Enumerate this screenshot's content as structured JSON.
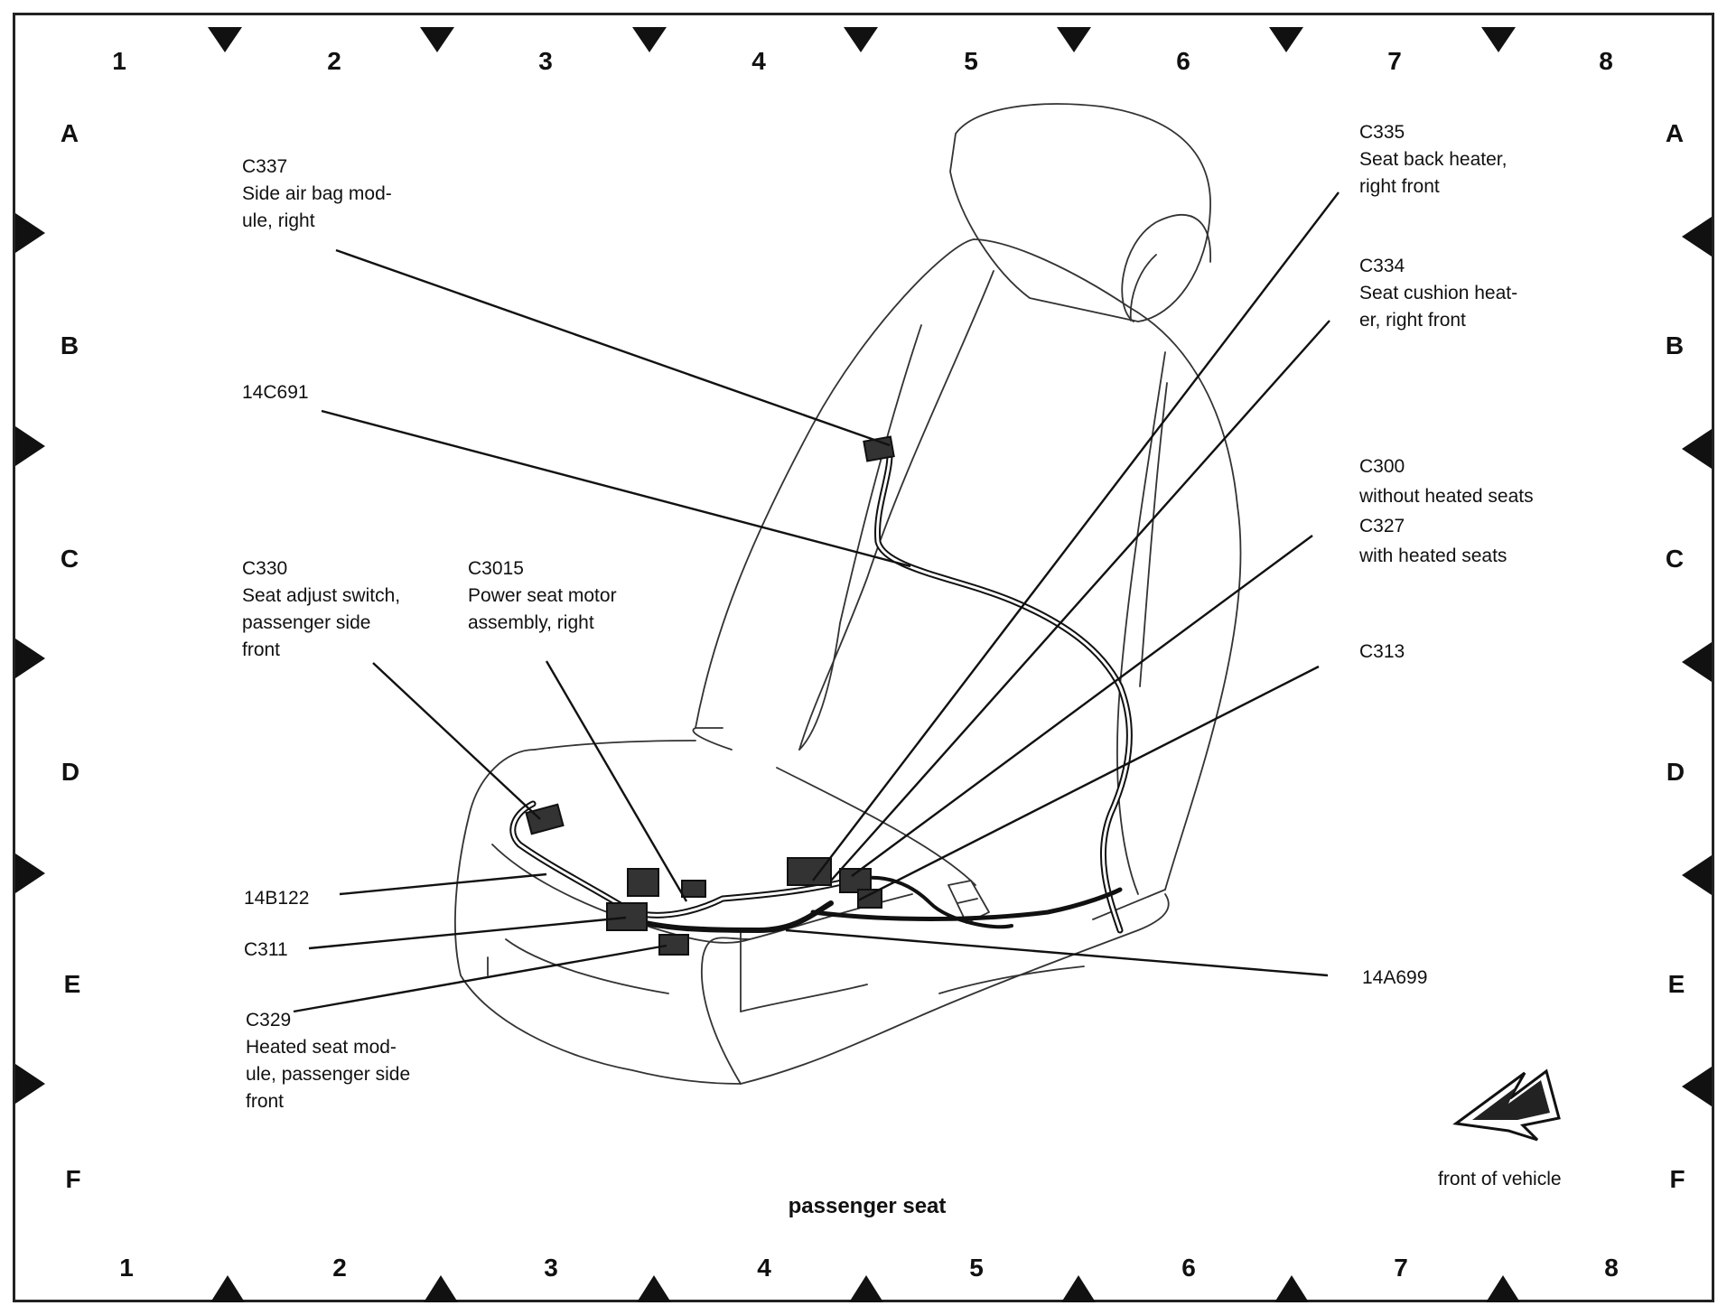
{
  "grid": {
    "columns": [
      "1",
      "2",
      "3",
      "4",
      "5",
      "6",
      "7",
      "8"
    ],
    "rows": [
      "A",
      "B",
      "C",
      "D",
      "E",
      "F"
    ]
  },
  "caption": "passenger seat",
  "direction_label": "front of vehicle",
  "callouts": {
    "c337": [
      "C337",
      "Side air bag mod-",
      "ule, right"
    ],
    "c14c691": [
      "14C691"
    ],
    "c330": [
      "C330",
      "Seat adjust switch,",
      "passenger side",
      "front"
    ],
    "c3015": [
      "C3015",
      "Power seat motor",
      "assembly, right"
    ],
    "c14b122": [
      "14B122"
    ],
    "c311": [
      "C311"
    ],
    "c329": [
      "C329",
      "Heated seat mod-",
      "ule, passenger side",
      "front"
    ],
    "c335": [
      "C335",
      "Seat back heater,",
      "right front"
    ],
    "c334": [
      "C334",
      "Seat cushion heat-",
      "er, right front"
    ],
    "c300": [
      "C300",
      "without heated seats",
      "C327",
      "with heated seats"
    ],
    "c313": [
      "C313"
    ],
    "c14a699": [
      "14A699"
    ]
  },
  "icons": [
    "seat-outline-drawing",
    "wiring-harness",
    "front-direction-arrow-icon",
    "grid-marker-icon"
  ]
}
